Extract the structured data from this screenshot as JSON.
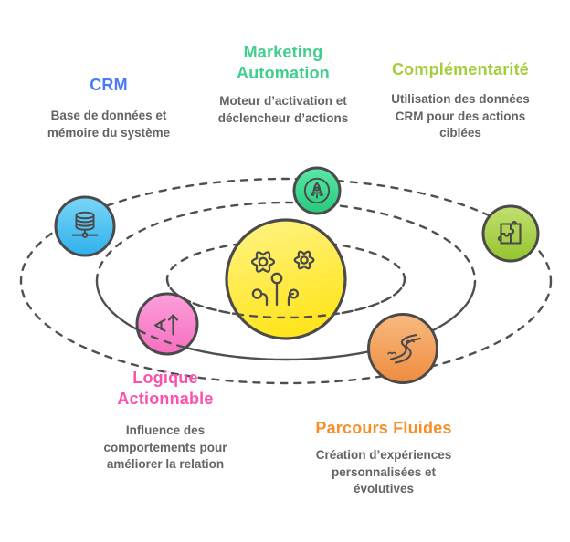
{
  "diagram": {
    "background_color": "#ffffff",
    "orbit_color": "#4a4a4a",
    "center": {
      "icon": "flowers-growth-icon",
      "fill_color": "#ffe72a"
    },
    "nodes": [
      {
        "id": "crm",
        "title": "CRM",
        "description": "Base de données et mémoire du système",
        "accent_color": "#4a7bf7",
        "circle_color": "#45c0f1",
        "icon": "database-icon"
      },
      {
        "id": "marketing-automation",
        "title": "Marketing Automation",
        "description": "Moteur d’activation et déclencheur d’actions",
        "accent_color": "#3ecf8e",
        "circle_color": "#3cdb97",
        "icon": "rocket-icon"
      },
      {
        "id": "complementarite",
        "title": "Complémentarité",
        "description": "Utilisation des données CRM pour des actions ciblées",
        "accent_color": "#a5cd39",
        "circle_color": "#a9d14f",
        "icon": "puzzle-icon"
      },
      {
        "id": "logique-actionnable",
        "title": "Logique Actionnable",
        "description": "Influence des comportements pour améliorer la relation",
        "accent_color": "#fb50ae",
        "circle_color": "#f983cb",
        "icon": "letter-growth-icon"
      },
      {
        "id": "parcours-fluides",
        "title": "Parcours Fluides",
        "description": "Création d’expériences personnalisées et évolutives",
        "accent_color": "#f78e28",
        "circle_color": "#f4a262",
        "icon": "winding-path-icon"
      }
    ]
  }
}
